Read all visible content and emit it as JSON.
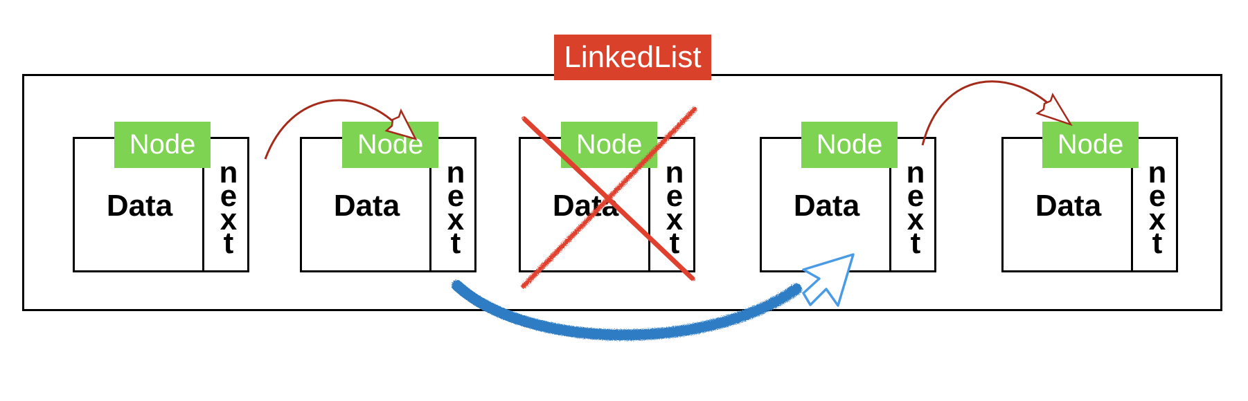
{
  "title": "LinkedList",
  "nodes": [
    {
      "tag": "Node",
      "data": "Data",
      "next": "next"
    },
    {
      "tag": "Node",
      "data": "Data",
      "next": "next"
    },
    {
      "tag": "Node",
      "data": "Data",
      "next": "next"
    },
    {
      "tag": "Node",
      "data": "Data",
      "next": "next"
    },
    {
      "tag": "Node",
      "data": "Data",
      "next": "next"
    }
  ],
  "removed_node_index": 2,
  "colors": {
    "title_bg": "#d9412b",
    "node_tag_bg": "#7fd352",
    "link_arrow": "#a52a1a",
    "cross": "#e0402e",
    "bypass_arrow": "#2f7bc4"
  }
}
